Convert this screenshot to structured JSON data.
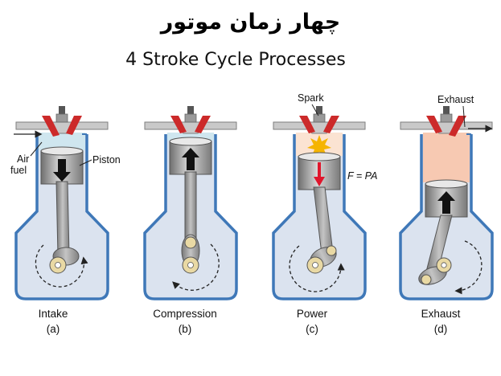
{
  "title_fa": "چهار زمان موتور",
  "title_en": "4 Stroke Cycle Processes",
  "colors": {
    "casing": "#3f78b8",
    "casing_fill": "#dbe3ef",
    "valve": "#cc2a2a",
    "intake_charge": "#cfe6ef",
    "exhaust_gas": "#f7c9b2",
    "spark": "#f5b400",
    "force_arrow": "#e0162c"
  },
  "labels": {
    "air": "Air",
    "fuel": "fuel",
    "piston": "Piston",
    "spark": "Spark",
    "force": "F = PA",
    "exhaust": "Exhaust"
  },
  "stages": [
    {
      "name": "Intake",
      "letter": "(a)"
    },
    {
      "name": "Compression",
      "letter": "(b)"
    },
    {
      "name": "Power",
      "letter": "(c)"
    },
    {
      "name": "Exhaust",
      "letter": "(d)"
    }
  ]
}
